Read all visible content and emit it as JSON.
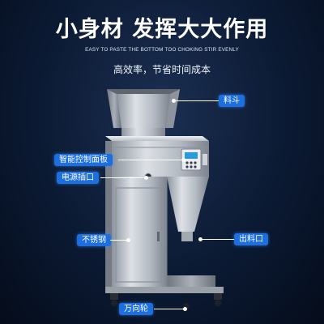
{
  "header": {
    "headline": "小身材 发挥大大作用",
    "subline": "EASY TO PASTE THE BOTTOM TOO CHOKING STIR EVENLY",
    "tagline": "高效率，节省时间成本"
  },
  "callouts": {
    "hopper": "料斗",
    "control_panel": "智能控制面板",
    "power_socket": "电源插口",
    "stainless_steel": "不锈钢",
    "discharge_port": "出料口",
    "casters": "万向轮"
  },
  "colors": {
    "background": "#0b1a33",
    "label_fill": "#1d6fe0",
    "machine_steel": "#b9bfc8",
    "panel_screen": "#2b9ad8"
  }
}
